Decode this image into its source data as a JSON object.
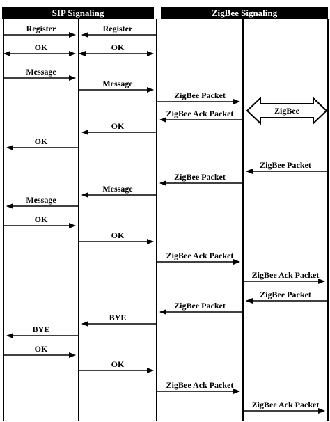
{
  "headers": {
    "sip": "SIP Signaling",
    "zigbee": "ZigBee Signaling"
  },
  "zigbee_block_label": "ZigBee",
  "messages": [
    {
      "label": "Register",
      "from": 0,
      "to": 1
    },
    {
      "label": "Register",
      "from": 2,
      "to": 1
    },
    {
      "label": "OK",
      "from": 0,
      "to": 1,
      "both": true
    },
    {
      "label": "OK",
      "from": 1,
      "to": 2,
      "both": true
    },
    {
      "label": "Message",
      "from": 0,
      "to": 1
    },
    {
      "label": "Message",
      "from": 1,
      "to": 2
    },
    {
      "label": "ZigBee Packet",
      "from": 2,
      "to": 3
    },
    {
      "label": "ZigBee Ack Packet",
      "from": 3,
      "to": 2
    },
    {
      "label": "OK",
      "from": 2,
      "to": 1
    },
    {
      "label": "OK",
      "from": 1,
      "to": 0
    },
    {
      "label": "ZigBee Packet",
      "from": 4,
      "to": 3
    },
    {
      "label": "ZigBee Packet",
      "from": 3,
      "to": 2
    },
    {
      "label": "Message",
      "from": 2,
      "to": 1
    },
    {
      "label": "Message",
      "from": 1,
      "to": 0
    },
    {
      "label": "OK",
      "from": 0,
      "to": 1
    },
    {
      "label": "OK",
      "from": 1,
      "to": 2
    },
    {
      "label": "ZigBee Ack Packet",
      "from": 2,
      "to": 3
    },
    {
      "label": "ZigBee Ack Packet",
      "from": 3,
      "to": 4
    },
    {
      "label": "ZigBee Packet",
      "from": 4,
      "to": 3
    },
    {
      "label": "ZigBee Packet",
      "from": 3,
      "to": 2
    },
    {
      "label": "BYE",
      "from": 2,
      "to": 1
    },
    {
      "label": "BYE",
      "from": 1,
      "to": 0
    },
    {
      "label": "OK",
      "from": 0,
      "to": 1
    },
    {
      "label": "OK",
      "from": 1,
      "to": 2
    },
    {
      "label": "ZigBee Ack Packet",
      "from": 2,
      "to": 3
    },
    {
      "label": "ZigBee Ack Packet",
      "from": 3,
      "to": 4
    }
  ]
}
